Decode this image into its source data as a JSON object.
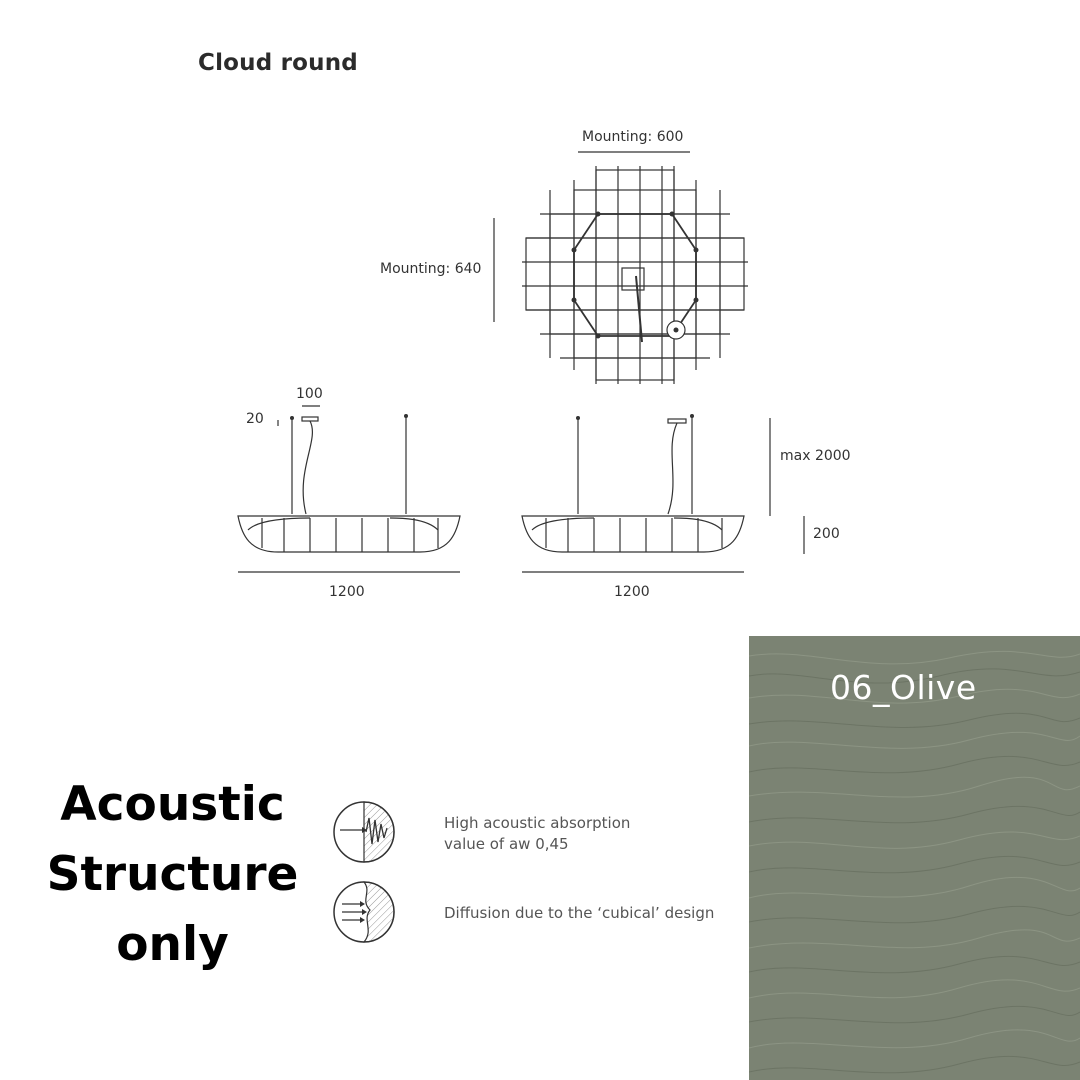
{
  "title": "Cloud round",
  "top_view": {
    "mounting_width": "Mounting: 600",
    "mounting_height": "Mounting: 640"
  },
  "side_views": {
    "cable_width": "100",
    "canopy_height": "20",
    "max_drop": "max 2000",
    "body_height": "200",
    "left_width": "1200",
    "right_width": "1200"
  },
  "tagline": {
    "line1": "Acoustic",
    "line2": "Structure",
    "line3": "only"
  },
  "features": [
    {
      "icon": "absorption-icon",
      "line1": "High acoustic absorption",
      "line2": "value of aw 0,45"
    },
    {
      "icon": "diffusion-icon",
      "line1": "Diffusion due to the ‘cubical’ design",
      "line2": ""
    }
  ],
  "swatch": {
    "label": "06_Olive",
    "color": "#7a8272"
  }
}
